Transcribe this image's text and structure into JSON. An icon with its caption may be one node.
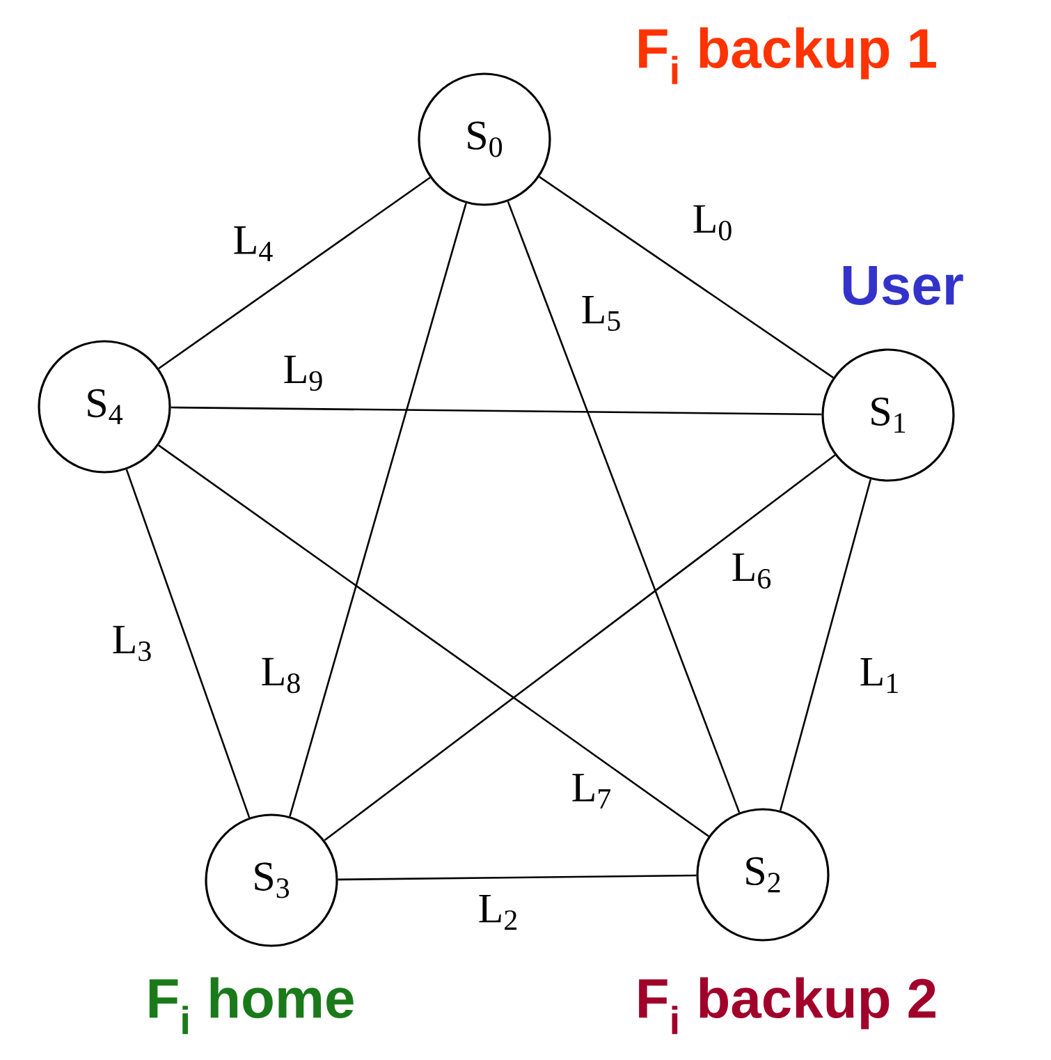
{
  "diagram": {
    "nodes": [
      {
        "text": [
          "S$_{0}$"
        ],
        "beside": [
          "F$_{i}$ backup 1"
        ]
      },
      {
        "text": [
          "S$_{1}$"
        ],
        "beside": [
          "User"
        ]
      },
      {
        "text": [
          "S$_{2}$"
        ],
        "beside": [
          "F$_{i}$ backup 2"
        ]
      },
      {
        "text": [
          "S$_{3}$"
        ],
        "beside": [
          "F$_{i}$ home"
        ]
      },
      {
        "text": [
          "S$_{4}$"
        ]
      }
    ],
    "edges": [
      {
        "from": 0,
        "to": 1,
        "arrow": "none",
        "label": "L$_{0}$"
      },
      {
        "from": 1,
        "to": 2,
        "arrow": "none",
        "label": "L$_{1}$"
      },
      {
        "from": 2,
        "to": 3,
        "arrow": "none",
        "label": "L$_{2}$"
      },
      {
        "from": 3,
        "to": 4,
        "arrow": "none",
        "label": "L$_{3}$"
      },
      {
        "from": 4,
        "to": 0,
        "arrow": "none",
        "label": "L$_{4}$"
      },
      {
        "from": 0,
        "to": 2,
        "arrow": "none",
        "label": "L$_{5}$"
      },
      {
        "from": 1,
        "to": 3,
        "arrow": "none",
        "label": "L$_{6}$"
      },
      {
        "from": 2,
        "to": 4,
        "arrow": "none",
        "label": "L$_{7}$"
      },
      {
        "from": 3,
        "to": 0,
        "arrow": "none",
        "label": "L$_{8}$"
      },
      {
        "from": 4,
        "to": 1,
        "arrow": "none",
        "label": "L$_{9}$"
      }
    ]
  }
}
